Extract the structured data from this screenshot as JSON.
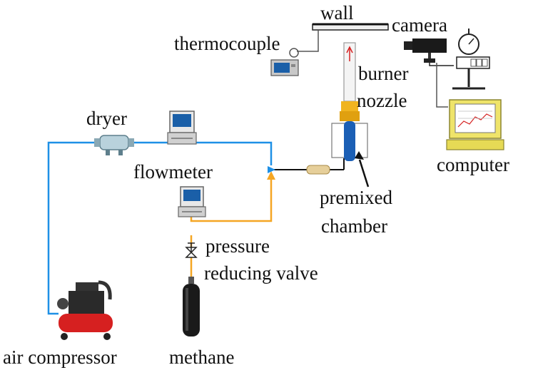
{
  "labels": {
    "wall": "wall",
    "camera": "camera",
    "thermocouple": "thermocouple",
    "burner": "burner",
    "nozzle": "nozzle",
    "dryer": "dryer",
    "flowmeter": "flowmeter",
    "computer": "computer",
    "premixed": "premixed",
    "chamber": "chamber",
    "pressure": "pressure",
    "reducing_valve": "reducing valve",
    "air_compressor": "air compressor",
    "methane": "methane"
  },
  "colors": {
    "air_line": "#1e90e6",
    "methane_line": "#f5a623",
    "mixture_line": "#111111",
    "compressor_tank": "#d62020",
    "monitor_screen": "#1a5fa8",
    "computer_body": "#efe46a",
    "nozzle_blue": "#1b5fb5",
    "nozzle_gold": "#f0b420"
  },
  "icons": [
    "air-compressor-icon",
    "methane-cylinder-icon",
    "dryer-icon",
    "flowmeter-icon",
    "valve-icon",
    "burner-icon",
    "camera-icon",
    "computer-icon",
    "thermocouple-icon"
  ]
}
